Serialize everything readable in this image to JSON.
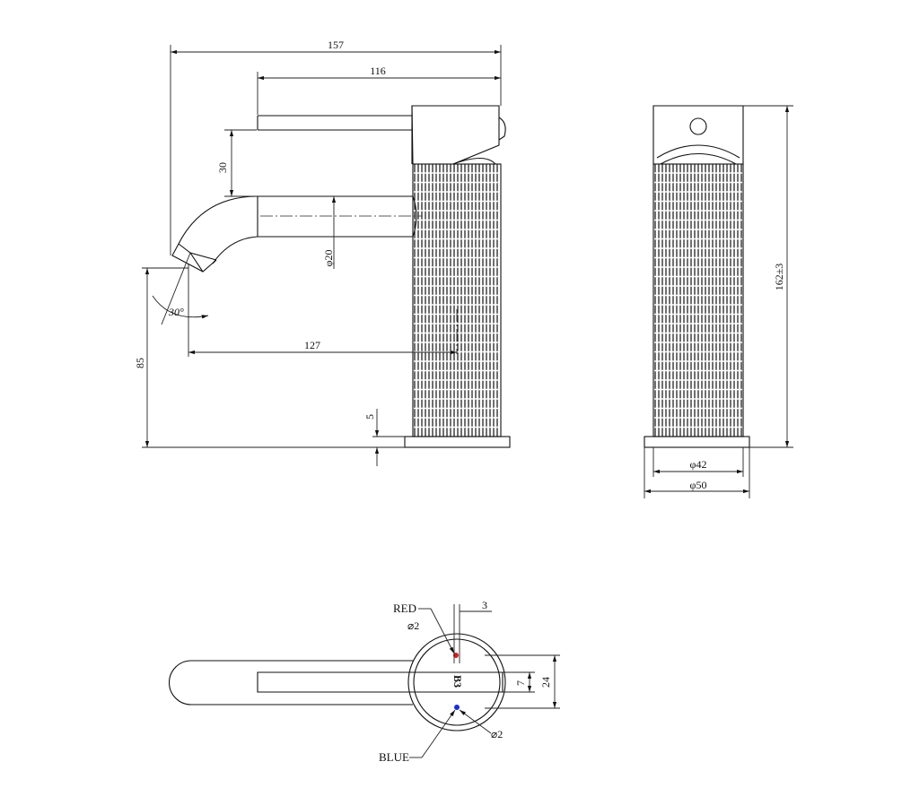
{
  "dimensions": {
    "overall_length": "157",
    "handle_length": "116",
    "handle_height": "30",
    "spout_diameter": "φ20",
    "spout_angle": "30°",
    "spout_reach": "127",
    "spout_height": "85",
    "base_height": "5",
    "overall_height": "162±3",
    "body_diameter": "φ42",
    "base_diameter": "φ50",
    "marker_gap": "3",
    "marker_red_size": "⌀2",
    "marker_blue_size": "⌀2",
    "slot_width": "7",
    "lever_width": "24"
  },
  "labels": {
    "red": "RED",
    "blue": "BLUE"
  },
  "colors": {
    "red_marker": "#d42020",
    "blue_marker": "#1a2fd0",
    "line": "#111111"
  }
}
